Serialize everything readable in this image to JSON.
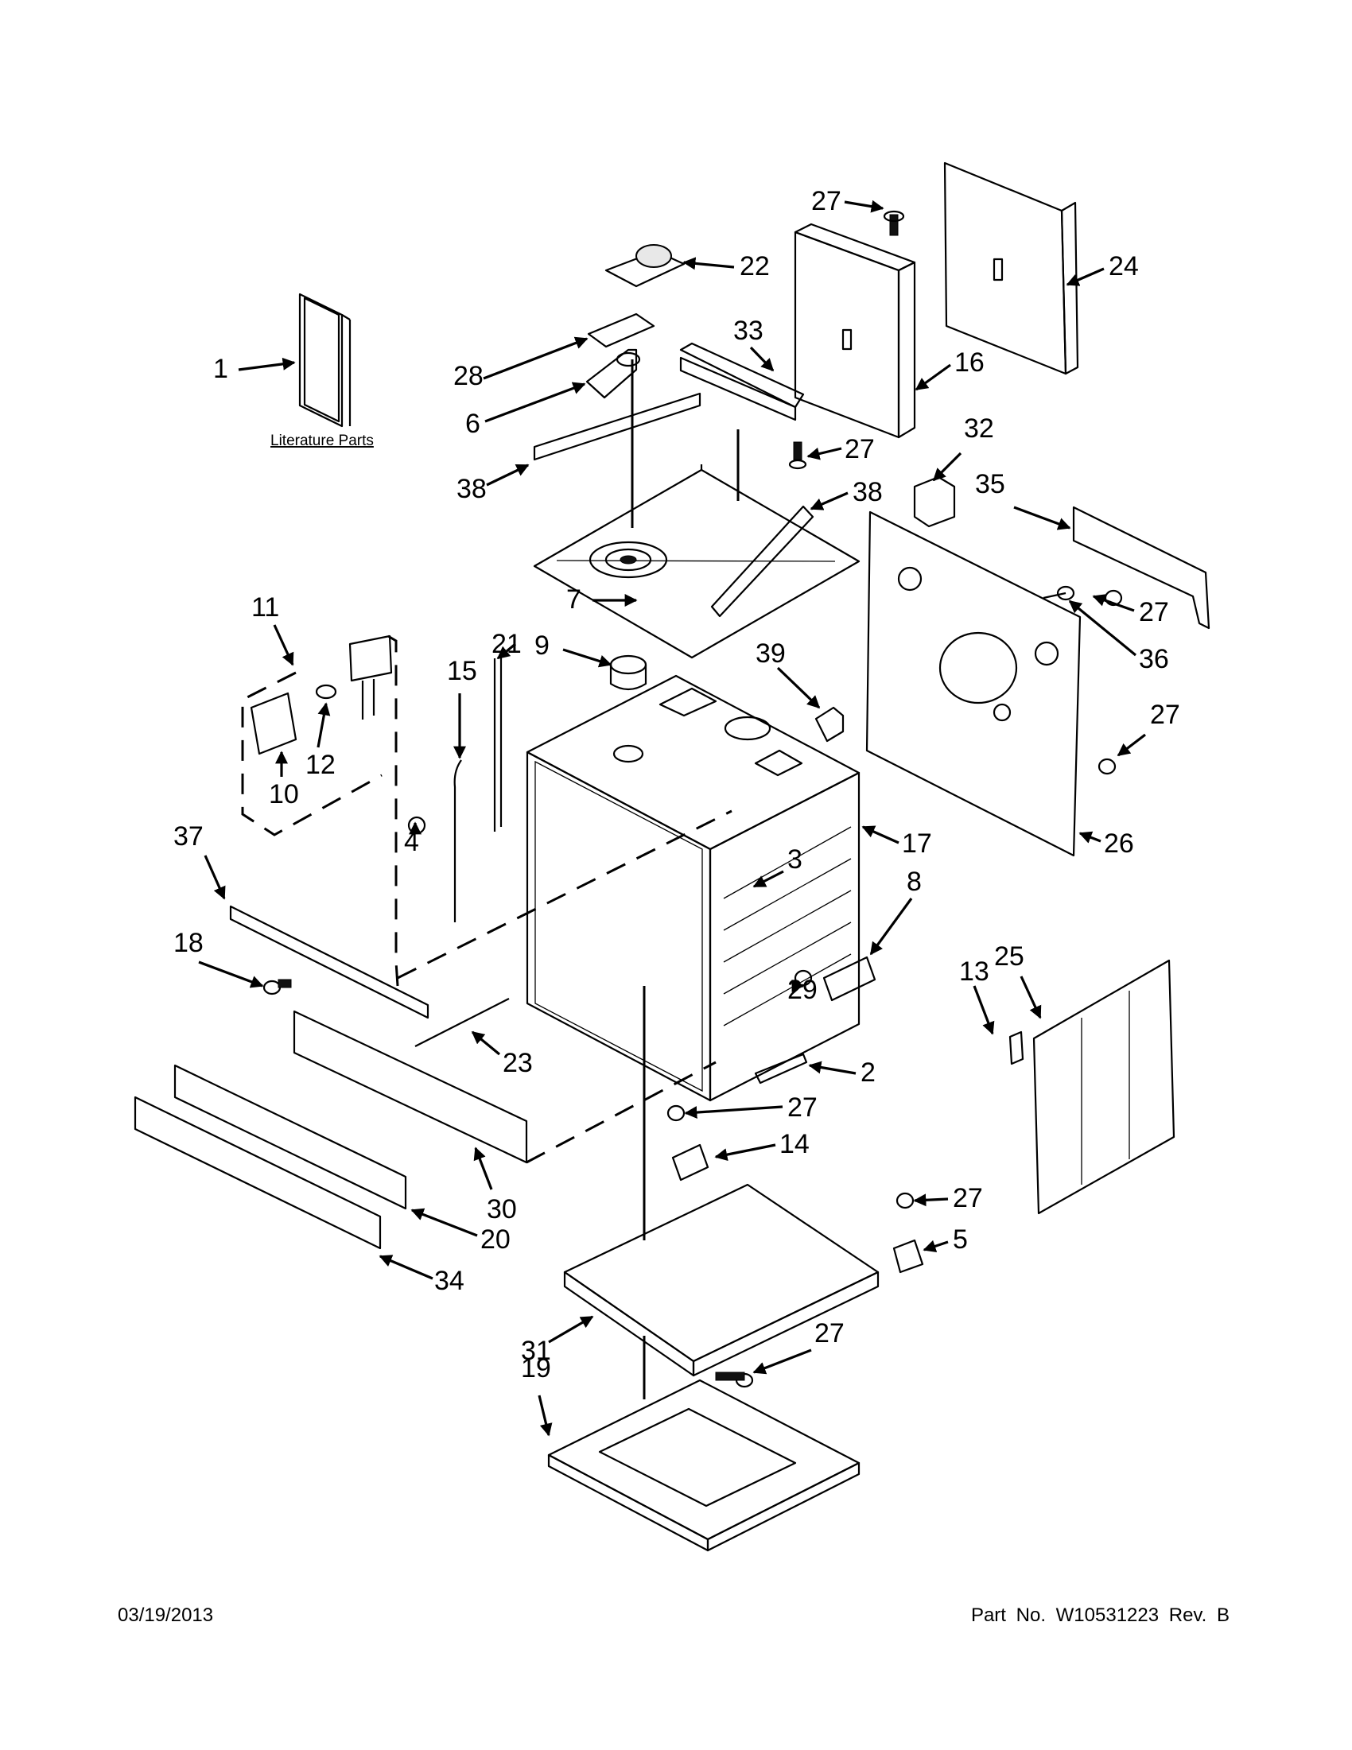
{
  "diagram": {
    "literature_label": "Literature Parts",
    "callouts": [
      {
        "id": "c1",
        "label": "1"
      },
      {
        "id": "c2",
        "label": "2"
      },
      {
        "id": "c3",
        "label": "3"
      },
      {
        "id": "c4",
        "label": "4"
      },
      {
        "id": "c5",
        "label": "5"
      },
      {
        "id": "c6",
        "label": "6"
      },
      {
        "id": "c7",
        "label": "7"
      },
      {
        "id": "c8",
        "label": "8"
      },
      {
        "id": "c9",
        "label": "9"
      },
      {
        "id": "c10",
        "label": "10"
      },
      {
        "id": "c11",
        "label": "11"
      },
      {
        "id": "c12",
        "label": "12"
      },
      {
        "id": "c13",
        "label": "13"
      },
      {
        "id": "c14",
        "label": "14"
      },
      {
        "id": "c15",
        "label": "15"
      },
      {
        "id": "c16",
        "label": "16"
      },
      {
        "id": "c17",
        "label": "17"
      },
      {
        "id": "c18",
        "label": "18"
      },
      {
        "id": "c19",
        "label": "19"
      },
      {
        "id": "c20",
        "label": "20"
      },
      {
        "id": "c21",
        "label": "21"
      },
      {
        "id": "c22",
        "label": "22"
      },
      {
        "id": "c23",
        "label": "23"
      },
      {
        "id": "c24",
        "label": "24"
      },
      {
        "id": "c25",
        "label": "25"
      },
      {
        "id": "c26",
        "label": "26"
      },
      {
        "id": "c27a",
        "label": "27"
      },
      {
        "id": "c27b",
        "label": "27"
      },
      {
        "id": "c27c",
        "label": "27"
      },
      {
        "id": "c27d",
        "label": "27"
      },
      {
        "id": "c27e",
        "label": "27"
      },
      {
        "id": "c27f",
        "label": "27"
      },
      {
        "id": "c27g",
        "label": "27"
      },
      {
        "id": "c28",
        "label": "28"
      },
      {
        "id": "c29",
        "label": "29"
      },
      {
        "id": "c30",
        "label": "30"
      },
      {
        "id": "c31",
        "label": "31"
      },
      {
        "id": "c32",
        "label": "32"
      },
      {
        "id": "c33",
        "label": "33"
      },
      {
        "id": "c34",
        "label": "34"
      },
      {
        "id": "c35",
        "label": "35"
      },
      {
        "id": "c36",
        "label": "36"
      },
      {
        "id": "c37",
        "label": "37"
      },
      {
        "id": "c38a",
        "label": "38"
      },
      {
        "id": "c38b",
        "label": "38"
      },
      {
        "id": "c39",
        "label": "39"
      }
    ]
  },
  "footer": {
    "date": "03/19/2013",
    "part_number": "Part No.  W10531223  Rev.  B"
  }
}
